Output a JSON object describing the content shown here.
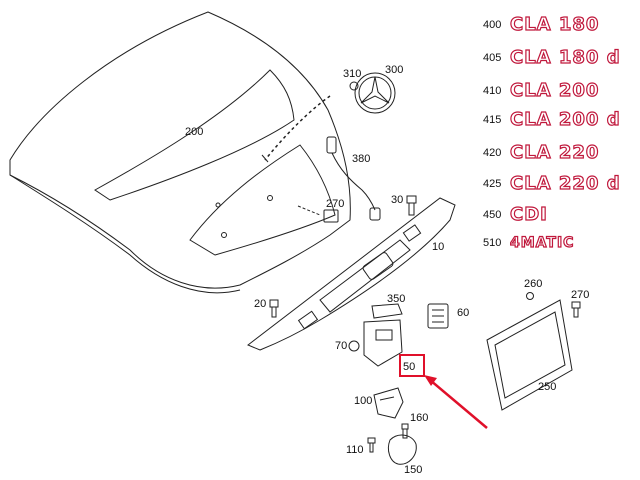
{
  "colors": {
    "line": "#222222",
    "accent": "#c0183c",
    "highlight": "#e0102a"
  },
  "part_labels": {
    "p200": "200",
    "p310": "310",
    "p300": "300",
    "p380": "380",
    "p270a": "270",
    "p30": "30",
    "p10": "10",
    "p20": "20",
    "p350": "350",
    "p60": "60",
    "p70": "70",
    "p50": "50",
    "p100": "100",
    "p160": "160",
    "p110": "110",
    "p150": "150",
    "p260": "260",
    "p270b": "270",
    "p250": "250"
  },
  "badges": [
    {
      "code": "400",
      "text": "CLA 180"
    },
    {
      "code": "405",
      "text": "CLA 180 d"
    },
    {
      "code": "410",
      "text": "CLA 200"
    },
    {
      "code": "415",
      "text": "CLA 200 d"
    },
    {
      "code": "420",
      "text": "CLA 220"
    },
    {
      "code": "425",
      "text": "CLA 220 d"
    },
    {
      "code": "450",
      "text": "CDI"
    },
    {
      "code": "510",
      "text": "4MATIC"
    }
  ],
  "highlighted_part": "50"
}
